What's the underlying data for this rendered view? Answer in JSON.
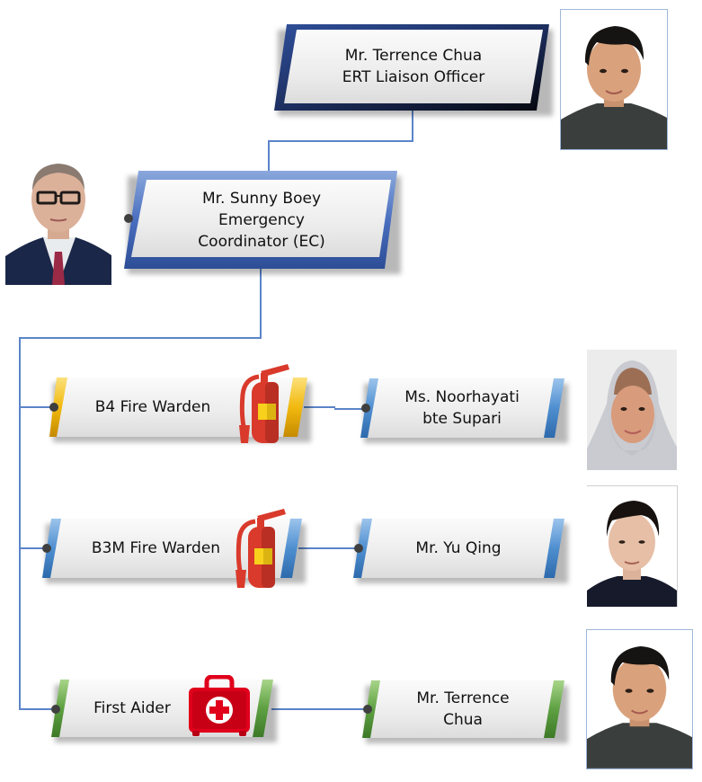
{
  "diagram": {
    "type": "organization-chart",
    "colors": {
      "connector": "#5b84c9",
      "top_frame_dark": "#16213f",
      "top_frame_blue": "#2f4f9a",
      "ec_frame": "#4a6fbf",
      "fire_warden_b4_accent": "#f2b90f",
      "fire_warden_b3m_accent": "#4f8fd0",
      "first_aider_accent": "#5ea042",
      "extinguisher_red": "#d93a2b",
      "extinguisher_label": "#f7d11b",
      "firstaid_red": "#e0001b"
    }
  },
  "nodes": {
    "liaison": {
      "name": "Mr. Terrence Chua",
      "role": "ERT Liaison Officer",
      "photo": "photo of Mr. Terrence Chua"
    },
    "coordinator": {
      "name": "Mr. Sunny Boey",
      "role_line1": "Emergency",
      "role_line2": "Coordinator (EC)",
      "photo": "photo of Mr. Sunny Boey"
    },
    "roles": [
      {
        "label": "B4 Fire Warden",
        "icon": "fire-extinguisher-icon",
        "person_line1": "Ms. Noorhayati",
        "person_line2": "bte Supari",
        "photo": "photo of Ms. Noorhayati bte Supari"
      },
      {
        "label": "B3M Fire Warden",
        "icon": "fire-extinguisher-icon",
        "person_line1": "Mr. Yu Qing",
        "person_line2": "",
        "photo": "photo of Mr. Yu Qing"
      },
      {
        "label": "First Aider",
        "icon": "first-aid-kit-icon",
        "person_line1": "Mr. Terrence",
        "person_line2": "Chua",
        "photo": "photo of Mr. Terrence Chua"
      }
    ]
  }
}
